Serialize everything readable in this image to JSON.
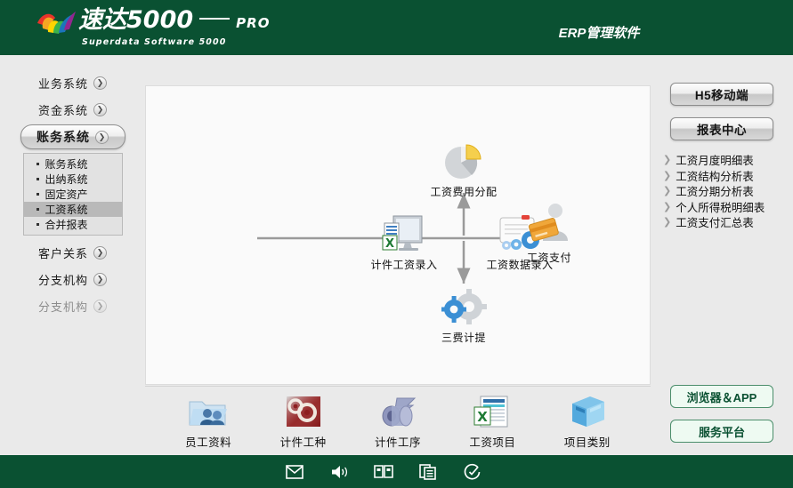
{
  "header": {
    "logo_main": "速达5000",
    "logo_pro": "PRO",
    "logo_sub": "Superdata Software 5000",
    "title": "ERP管理软件",
    "bg_color": "#0a5132"
  },
  "sidebar": {
    "items": [
      {
        "label": "业务系统",
        "icon": "chevron-down-icon",
        "active": false
      },
      {
        "label": "资金系统",
        "icon": "chevron-down-icon",
        "active": false
      },
      {
        "label": "账务系统",
        "icon": "chevron-down-icon",
        "active": true
      },
      {
        "label": "客户关系",
        "icon": "chevron-down-icon",
        "active": false
      },
      {
        "label": "分支机构",
        "icon": "chevron-down-icon",
        "active": false
      },
      {
        "label": "分支机构",
        "icon": "chevron-down-icon",
        "active": false
      }
    ],
    "submenu": [
      {
        "label": "账务系统",
        "selected": false
      },
      {
        "label": "出纳系统",
        "selected": false
      },
      {
        "label": "固定资产",
        "selected": false
      },
      {
        "label": "工资系统",
        "selected": true
      },
      {
        "label": "合并报表",
        "selected": false
      }
    ]
  },
  "flow": {
    "nodes": [
      {
        "label": "计件工资录入",
        "icon": "monitor-spreadsheet-icon"
      },
      {
        "label": "工资数据录入",
        "icon": "form-gears-icon"
      },
      {
        "label": "工资费用分配",
        "icon": "pie-chart-icon"
      },
      {
        "label": "三费计提",
        "icon": "gears-icon"
      },
      {
        "label": "工资支付",
        "icon": "person-card-icon"
      }
    ]
  },
  "strip": {
    "items": [
      {
        "label": "员工资料",
        "icon": "folder-people-icon"
      },
      {
        "label": "计件工种",
        "icon": "gears-red-icon"
      },
      {
        "label": "计件工序",
        "icon": "process-arrow-icon"
      },
      {
        "label": "工资项目",
        "icon": "spreadsheet-icon"
      },
      {
        "label": "项目类别",
        "icon": "blue-books-icon"
      }
    ]
  },
  "rightbar": {
    "buttons": [
      {
        "label": "H5移动端"
      },
      {
        "label": "报表中心"
      }
    ],
    "reports": [
      {
        "label": "工资月度明细表"
      },
      {
        "label": "工资结构分析表"
      },
      {
        "label": "工资分期分析表"
      },
      {
        "label": "个人所得税明细表"
      },
      {
        "label": "工资支付汇总表"
      }
    ],
    "green_buttons": [
      {
        "label": "浏览器＆APP"
      },
      {
        "label": "服务平台"
      }
    ],
    "accent_color": "#0a5132"
  },
  "footer": {
    "icons": [
      {
        "name": "mail-icon",
        "glyph": "✉"
      },
      {
        "name": "speaker-icon",
        "glyph": "🔊"
      },
      {
        "name": "book-icon",
        "glyph": "📖"
      },
      {
        "name": "copy-icon",
        "glyph": "🗐"
      },
      {
        "name": "refresh-check-icon",
        "glyph": "✔"
      }
    ]
  }
}
